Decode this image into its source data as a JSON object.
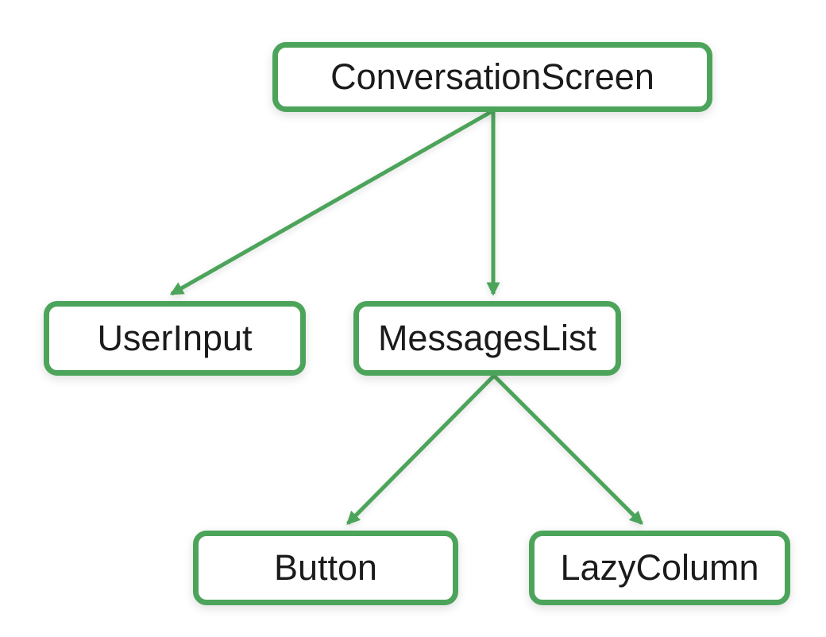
{
  "diagram": {
    "type": "tree",
    "accent_color": "#4CA45A",
    "node_background": "#ffffff",
    "text_color": "#1b1b1b",
    "nodes": [
      {
        "id": "conversation-screen",
        "label": "ConversationScreen"
      },
      {
        "id": "user-input",
        "label": "UserInput"
      },
      {
        "id": "messages-list",
        "label": "MessagesList"
      },
      {
        "id": "button",
        "label": "Button"
      },
      {
        "id": "lazy-column",
        "label": "LazyColumn"
      }
    ],
    "edges": [
      {
        "from": "ConversationScreen",
        "to": "UserInput"
      },
      {
        "from": "ConversationScreen",
        "to": "MessagesList"
      },
      {
        "from": "MessagesList",
        "to": "Button"
      },
      {
        "from": "MessagesList",
        "to": "LazyColumn"
      }
    ]
  }
}
